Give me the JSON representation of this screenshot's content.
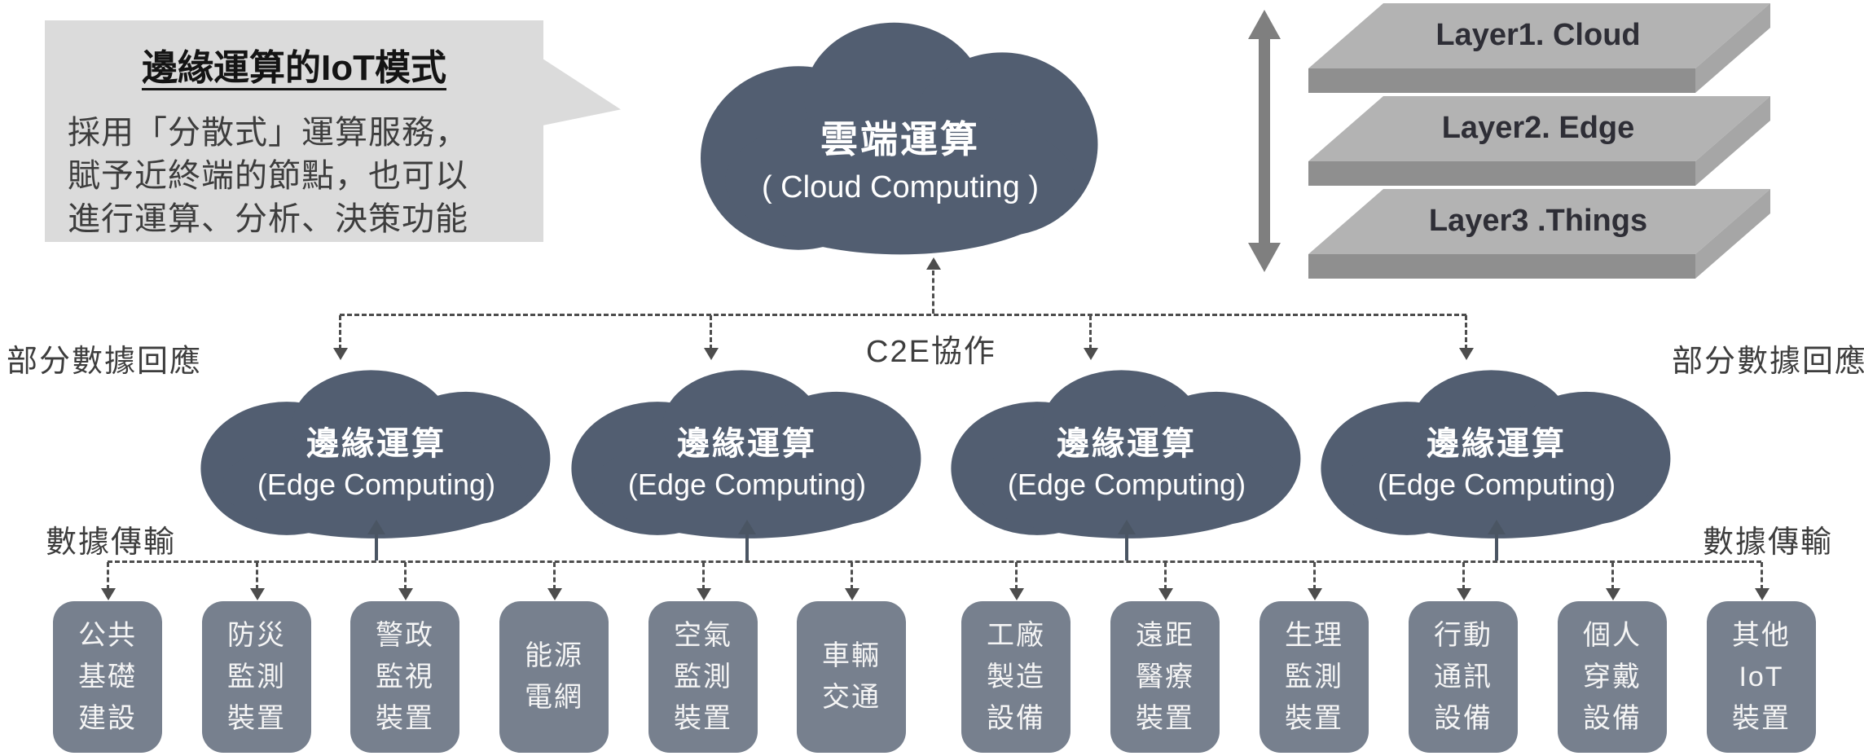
{
  "callout": {
    "title": "邊緣運算的IoT模式",
    "body": "採用「分散式」運算服務，\n賦予近終端的節點，也可以\n進行運算、分析、決策功能"
  },
  "cloud_computing": {
    "title": "雲端運算",
    "subtitle": "( Cloud Computing )"
  },
  "layer_stack": {
    "layers": [
      "Layer1. Cloud",
      "Layer2. Edge",
      "Layer3 .Things"
    ]
  },
  "edge_clouds": [
    {
      "title": "邊緣運算",
      "subtitle": "(Edge Computing)"
    },
    {
      "title": "邊緣運算",
      "subtitle": "(Edge Computing)"
    },
    {
      "title": "邊緣運算",
      "subtitle": "(Edge Computing)"
    },
    {
      "title": "邊緣運算",
      "subtitle": "(Edge Computing)"
    }
  ],
  "labels": {
    "partial_response_left": "部分數據回應",
    "partial_response_right": "部分數據回應",
    "c2e": "C2E協作",
    "data_transfer_left": "數據傳輸",
    "data_transfer_right": "數據傳輸"
  },
  "devices": [
    {
      "label": "公共\n基礎\n建設"
    },
    {
      "label": "防災\n監測\n裝置"
    },
    {
      "label": "警政\n監視\n裝置"
    },
    {
      "label": "能源\n電網"
    },
    {
      "label": "空氣\n監測\n裝置"
    },
    {
      "label": "車輛\n交通"
    },
    {
      "label": "工廠\n製造\n設備"
    },
    {
      "label": "遠距\n醫療\n裝置"
    },
    {
      "label": "生理\n監測\n裝置"
    },
    {
      "label": "行動\n通訊\n設備"
    },
    {
      "label": "個人\n穿戴\n設備"
    },
    {
      "label": "其他\nIoT\n裝置"
    }
  ],
  "colors": {
    "cloud_fill": "#525E71",
    "device_fill": "#77808E",
    "callout_bg": "#DBDBDB",
    "slab_top": "#B3B3B3",
    "slab_front": "#8F8F8F",
    "slab_side": "#A6A6A6",
    "connector": "#4D4D4D",
    "stack_arrow": "#7F7F7F",
    "text_dark": "#3D3D3D",
    "text_light": "#FFFFFF"
  }
}
